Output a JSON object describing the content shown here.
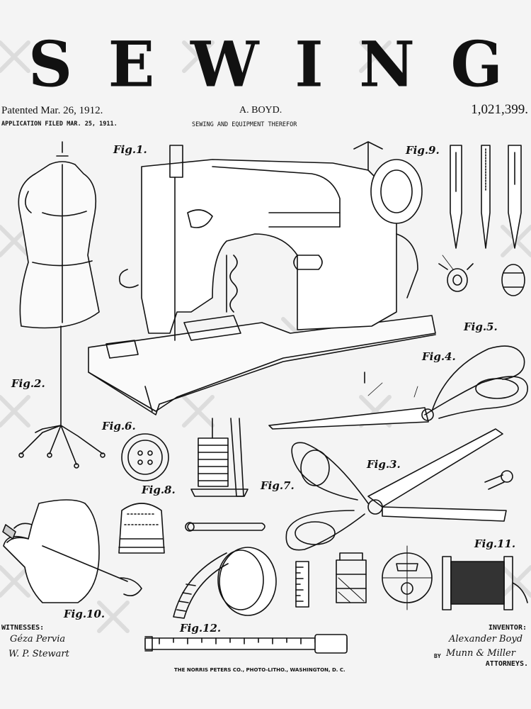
{
  "title_letters": [
    "S",
    "E",
    "W",
    "I",
    "N",
    "G"
  ],
  "header": {
    "patented": "Patented Mar. 26, 1912.",
    "application": "APPLICATION FILED MAR. 25, 1911.",
    "inventor_name": "A. BOYD.",
    "subtitle": "SEWING AND EQUIPMENT THEREFOR",
    "patent_number": "1,021,399."
  },
  "figures": {
    "fig1": "Fig.1.",
    "fig2": "Fig.2.",
    "fig3": "Fig.3.",
    "fig4": "Fig.4.",
    "fig5": "Fig.5.",
    "fig6": "Fig.6.",
    "fig7": "Fig.7.",
    "fig8": "Fig.8.",
    "fig9": "Fig.9.",
    "fig10": "Fig.10.",
    "fig11": "Fig.11.",
    "fig12": "Fig.12."
  },
  "footer": {
    "witnesses_label": "WITNESSES:",
    "witness1": "Géza Pervia",
    "witness2": "W. P. Stewart",
    "inventor_label": "INVENTOR:",
    "inventor_signature": "Alexander Boyd",
    "by_label": "BY",
    "attorney_signature": "Munn & Miller",
    "attorneys_label": "ATTORNEYS.",
    "printer": "THE NORRIS PETERS CO., PHOTO-LITHO., WASHINGTON, D. C."
  },
  "colors": {
    "ink": "#111111",
    "paper": "#f4f4f4",
    "watermark": "#dcdcdc"
  }
}
